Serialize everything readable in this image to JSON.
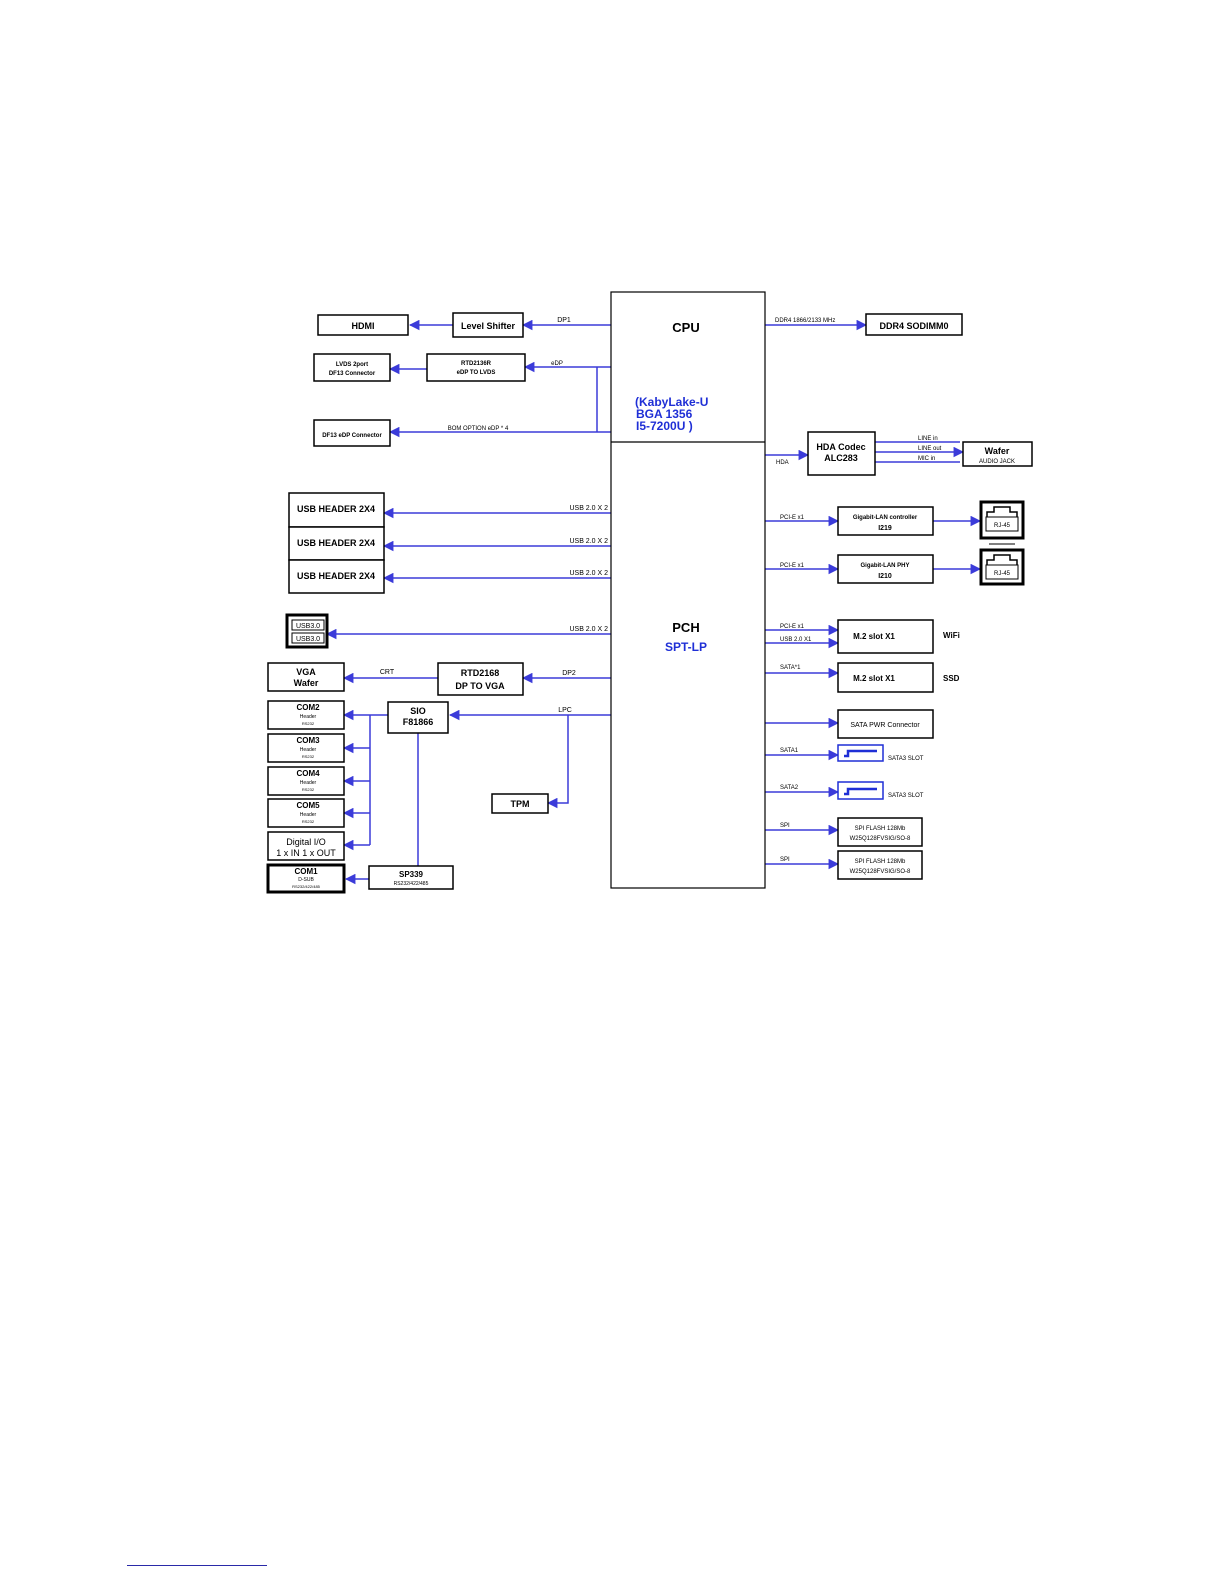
{
  "colors": {
    "wire": "#3b3bd9",
    "box_border": "#000000",
    "chip_text": "#1f2fd6",
    "background": "#ffffff"
  },
  "blocks": {
    "cpu": {
      "title": "CPU",
      "sub1": "(KabyLake-U",
      "sub2": "BGA 1356",
      "sub3": "I5-7200U )"
    },
    "pch": {
      "title": "PCH",
      "sub": "SPT-LP"
    },
    "hdmi": "HDMI",
    "level_shifter": "Level Shifter",
    "lvds_conn": {
      "l1": "LVDS 2port",
      "l2": "DF13 Connector"
    },
    "rtd_lvds": {
      "l1": "RTD2136R",
      "l2": "eDP TO LVDS"
    },
    "edp_conn": "DF13 eDP Connector",
    "usb_header_1": "USB HEADER 2X4",
    "usb_header_2": "USB HEADER 2X4",
    "usb_header_3": "USB HEADER 2X4",
    "usb30_a": "USB3.0",
    "usb30_b": "USB3.0",
    "vga_wafer": {
      "l1": "VGA",
      "l2": "Wafer"
    },
    "rtd_vga": {
      "l1": "RTD2168",
      "l2": "DP TO VGA"
    },
    "sio": {
      "l1": "SIO",
      "l2": "F81866"
    },
    "com2": {
      "l1": "COM2",
      "l2": "Header",
      "l3": "RS232"
    },
    "com3": {
      "l1": "COM3",
      "l2": "Header",
      "l3": "RS232"
    },
    "com4": {
      "l1": "COM4",
      "l2": "Header",
      "l3": "RS232"
    },
    "com5": {
      "l1": "COM5",
      "l2": "Header",
      "l3": "RS232"
    },
    "dio": {
      "l1": "Digital I/O",
      "l2": "1 x IN 1 x OUT"
    },
    "com1": {
      "l1": "COM1",
      "l2": "D-SUB",
      "l3": "RS232/422/485"
    },
    "sp339": {
      "l1": "SP339",
      "l2": "RS232/422/485"
    },
    "tpm": "TPM",
    "ddr4": "DDR4 SODIMM0",
    "hda_codec": {
      "l1": "HDA Codec",
      "l2": "ALC283"
    },
    "wafer": {
      "l1": "Wafer",
      "l2": "AUDIO JACK"
    },
    "lan1": {
      "l1": "Gigabit-LAN controller",
      "l2": "I219"
    },
    "lan2": {
      "l1": "Gigabit-LAN PHY",
      "l2": "I210"
    },
    "rj45_1": "RJ-45",
    "rj45_2": "RJ-45",
    "m2_wifi": "M.2 slot X1",
    "m2_ssd": "M.2 slot X1",
    "sata_pwr": "SATA PWR Connector",
    "spi_flash_1": {
      "l1": "SPI FLASH 128Mb",
      "l2": "W25Q128FVSIG/SO-8"
    },
    "spi_flash_2": {
      "l1": "SPI FLASH 128Mb",
      "l2": "W25Q128FVSIG/SO-8"
    }
  },
  "labels": {
    "dp1": "DP1",
    "edp_a": "eDP",
    "bom_option": "BOM OPTION eDP * 4",
    "usb_1": "USB 2.0 X 2",
    "usb_2": "USB 2.0 X 2",
    "usb_3": "USB 2.0 X 2",
    "usb_4": "USB 2.0 X 2",
    "crt": "CRT",
    "dp2": "DP2",
    "lpc": "LPC",
    "ddr_bus": "DDR4 1866/2133 MHz",
    "hda": "HDA",
    "line_in": "LINE in",
    "line_out": "LINE out",
    "mic_in": "MIC in",
    "pcie_1": "PCI-E x1",
    "pcie_2": "PCI-E x1",
    "pcie_3": "PCI-E x1",
    "usb_wifi": "USB 2.0 X1",
    "wifi": "WiFi",
    "sata_star1": "SATA*1",
    "ssd": "SSD",
    "sata1": "SATA1",
    "sata2": "SATA2",
    "sata3_slot_1": "SATA3 SLOT",
    "sata3_slot_2": "SATA3 SLOT",
    "spi_1": "SPI",
    "spi_2": "SPI"
  }
}
